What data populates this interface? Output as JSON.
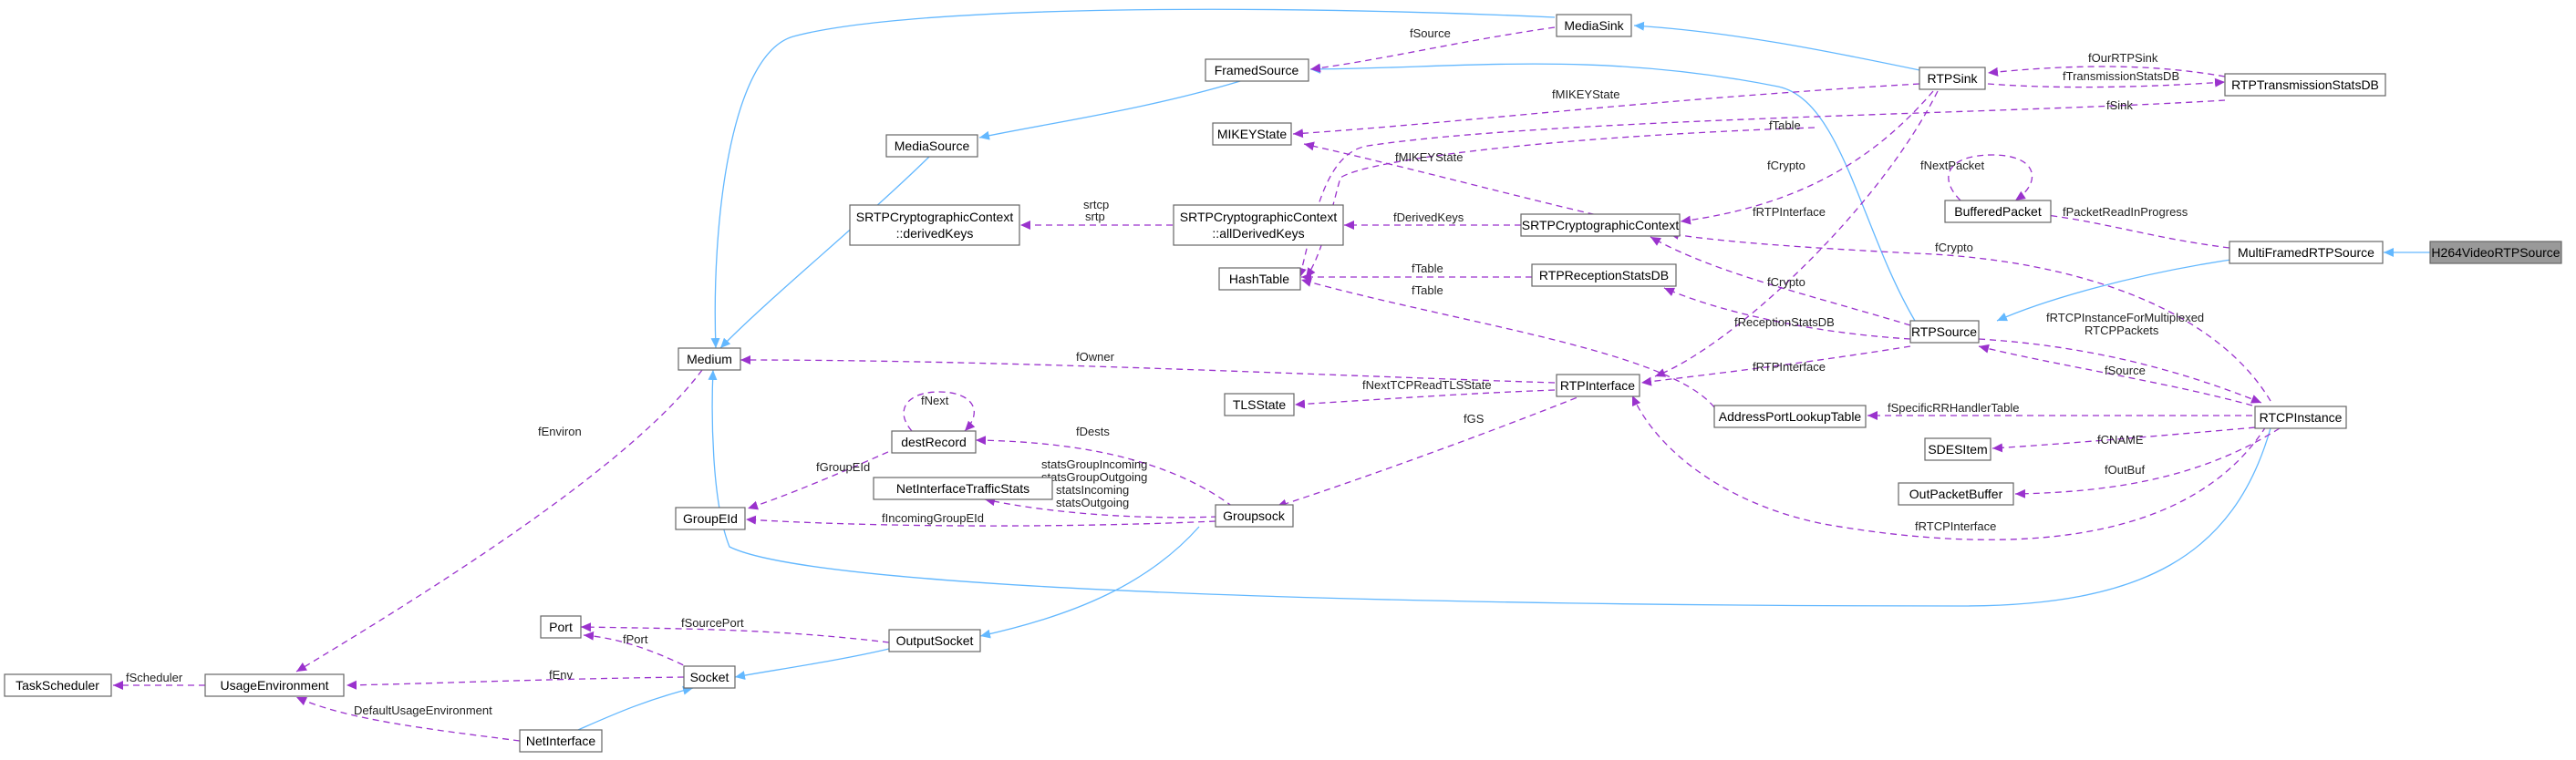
{
  "nodes": {
    "H264VideoRTPSource": "H264VideoRTPSource",
    "MultiFramedRTPSource": "MultiFramedRTPSource",
    "RTPSource": "RTPSource",
    "FramedSource": "FramedSource",
    "MediaSource": "MediaSource",
    "Medium": "Medium",
    "MediaSink": "MediaSink",
    "RTPSink": "RTPSink",
    "RTPTransmissionStatsDB": "RTPTransmissionStatsDB",
    "MIKEYState": "MIKEYState",
    "SRTPCryptographicContext": "SRTPCryptographicContext",
    "SRTPCC_allDerivedKeys_1": "SRTPCryptographicContext",
    "SRTPCC_allDerivedKeys_2": "::allDerivedKeys",
    "SRTPCC_derivedKeys_1": "SRTPCryptographicContext",
    "SRTPCC_derivedKeys_2": "::derivedKeys",
    "HashTable": "HashTable",
    "RTPReceptionStatsDB": "RTPReceptionStatsDB",
    "BufferedPacket": "BufferedPacket",
    "RTPInterface": "RTPInterface",
    "TLSState": "TLSState",
    "AddressPortLookupTable": "AddressPortLookupTable",
    "RTCPInstance": "RTCPInstance",
    "SDESItem": "SDESItem",
    "OutPacketBuffer": "OutPacketBuffer",
    "destRecord": "destRecord",
    "NetInterfaceTrafficStats": "NetInterfaceTrafficStats",
    "GroupEId": "GroupEId",
    "Groupsock": "Groupsock",
    "Port": "Port",
    "OutputSocket": "OutputSocket",
    "Socket": "Socket",
    "TaskScheduler": "TaskScheduler",
    "UsageEnvironment": "UsageEnvironment",
    "NetInterface": "NetInterface"
  },
  "edge_labels": {
    "fSource_top": "fSource",
    "fOurRTPSink": "fOurRTPSink",
    "fTransmissionStatsDB": "fTransmissionStatsDB",
    "fMIKEYState_top": "fMIKEYState",
    "fSink": "fSink",
    "fTable_top": "fTable",
    "fMIKEYState_mid": "fMIKEYState",
    "fCrypto_top": "fCrypto",
    "fNextPacket": "fNextPacket",
    "srtcp": "srtcp",
    "srtp": "srtp",
    "fDerivedKeys": "fDerivedKeys",
    "fPacketReadInProgress": "fPacketReadInProgress",
    "fRTPInterface_top": "fRTPInterface",
    "fCrypto_right": "fCrypto",
    "fTable_mid": "fTable",
    "fCrypto_mid": "fCrypto",
    "fTable_low": "fTable",
    "fReceptionStatsDB": "fReceptionStatsDB",
    "fRTCPInstanceForMultiplexed": "fRTCPInstanceForMultiplexed",
    "RTCPPackets": "RTCPPackets",
    "fOwner": "fOwner",
    "fNextTCPReadTLSState": "fNextTCPReadTLSState",
    "fRTPInterface_mid": "fRTPInterface",
    "fSource_low": "fSource",
    "fNext": "fNext",
    "fEnviron": "fEnviron",
    "fDests": "fDests",
    "fGS": "fGS",
    "fSpecificRRHandlerTable": "fSpecificRRHandlerTable",
    "fGroupEId": "fGroupEId",
    "fCNAME": "fCNAME",
    "statsGroupIncoming": "statsGroupIncoming",
    "statsGroupOutgoing": "statsGroupOutgoing",
    "statsIncoming": "statsIncoming",
    "statsOutgoing": "statsOutgoing",
    "fOutBuf": "fOutBuf",
    "fIncomingGroupEId": "fIncomingGroupEId",
    "fRTCPInterface": "fRTCPInterface",
    "fSourcePort": "fSourcePort",
    "fPort": "fPort",
    "fScheduler": "fScheduler",
    "fEnv": "fEnv",
    "DefaultUsageEnvironment": "DefaultUsageEnvironment"
  },
  "colors": {
    "inheritance": "#63b8ff",
    "usage": "#9a32cd",
    "focus_node": "#999999",
    "node_border": "#666666"
  }
}
